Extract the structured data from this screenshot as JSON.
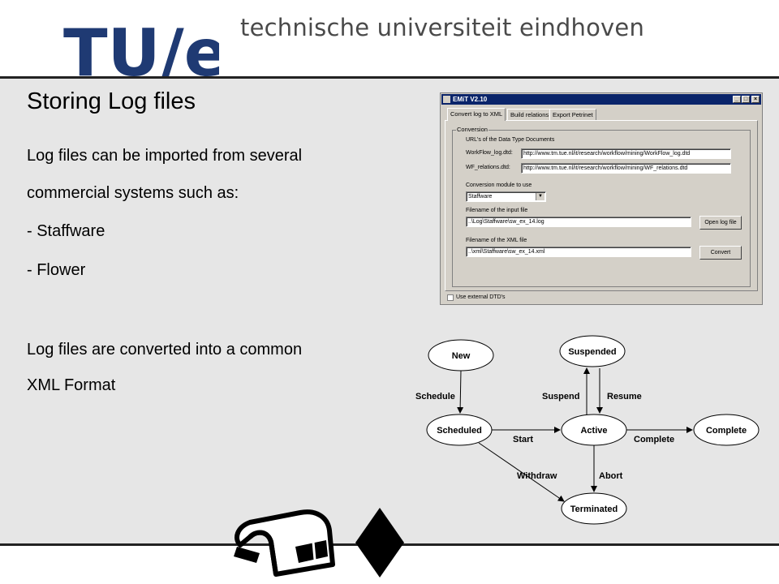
{
  "header": {
    "logo_text": "TU/e",
    "university_name": "technische universiteit eindhoven"
  },
  "slide": {
    "title": "Storing Log files",
    "lines": [
      "Log files can be imported from several",
      "commercial systems such as:",
      "-  Staffware",
      "-  Flower",
      "Log files are converted into a common",
      "XML Format"
    ]
  },
  "window": {
    "title": "EMiT V2.10",
    "controls": [
      "_",
      "□",
      "×"
    ],
    "tabs": [
      "Convert log to XML",
      "Build relations",
      "Export Petrinet"
    ],
    "group_title": "Conversion",
    "urls_label": "URL's of the Data Type Documents",
    "workflow_log_label": "WorkFlow_log.dtd:",
    "workflow_log_value": "http://www.tm.tue.nl/it/research/workflow/mining/WorkFlow_log.dtd",
    "wf_relations_label": "WF_relations.dtd:",
    "wf_relations_value": "http://www.tm.tue.nl/it/research/workflow/mining/WF_relations.dtd",
    "module_label": "Conversion module to use",
    "module_value": "Staffware",
    "input_label": "Filename of the input file",
    "input_value": "..\\Log\\Staffware\\sw_ex_14.log",
    "open_button": "Open log file",
    "xml_label": "Filename of the XML file",
    "xml_value": "..\\xml\\Staffware\\sw_ex_14.xml",
    "convert_button": "Convert",
    "checkbox_label": "Use external DTD's"
  },
  "diagram": {
    "states": [
      "New",
      "Suspended",
      "Scheduled",
      "Active",
      "Complete",
      "Terminated"
    ],
    "transitions": [
      "Schedule",
      "Suspend",
      "Resume",
      "Start",
      "Complete",
      "Withdraw",
      "Abort"
    ]
  },
  "colors": {
    "logo_blue": "#1f3a73",
    "content_bg": "#e6e6e6",
    "titlebar": "#0a246a"
  },
  "icons": [
    "mailbox-icon",
    "diamond-icon"
  ]
}
